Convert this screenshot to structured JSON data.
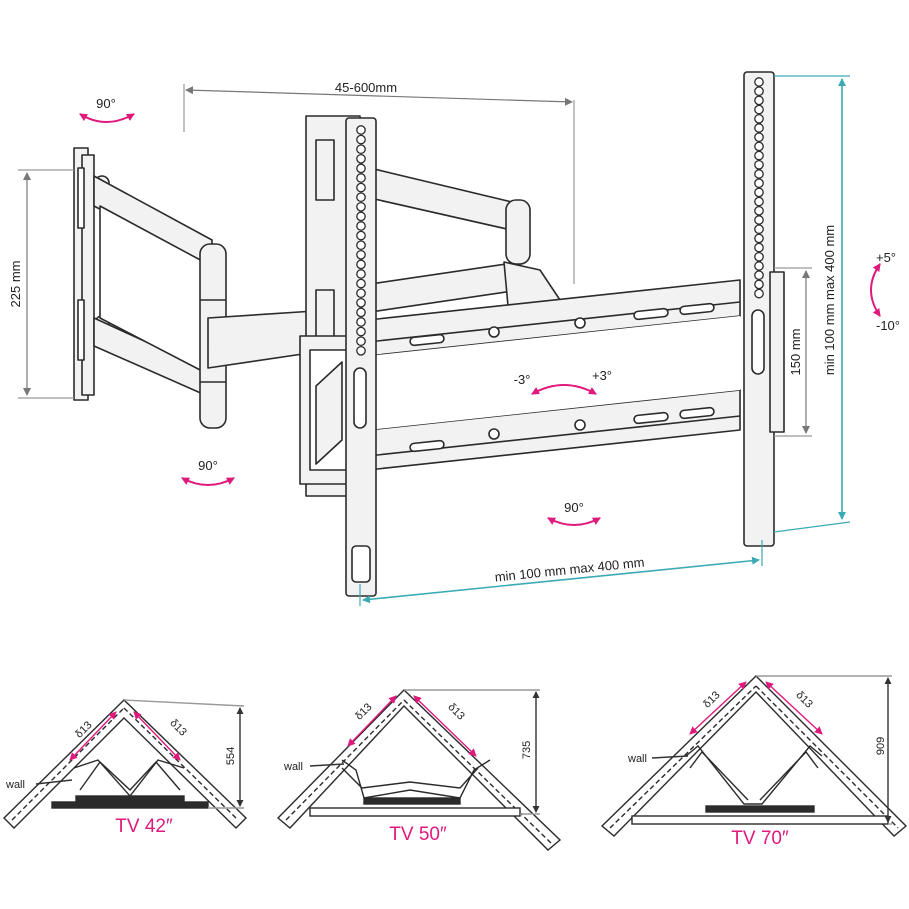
{
  "colors": {
    "line": "#2b2b2b",
    "metal": "#f2f2f2",
    "accent_dimension": "#3aaab3",
    "accent_rotation": "#e0197d"
  },
  "main_drawing": {
    "arm_extension": "45-600mm",
    "wall_plate_height": "225 mm",
    "swivel_top_left": "90°",
    "swivel_elbow": "90°",
    "swivel_center": "90°",
    "vesa_width": "min 100 mm max 400 mm",
    "vesa_height": "min 100 mm max 400 mm",
    "rail_spacing": "150 mm",
    "tilt_up": "+5°",
    "tilt_down": "-10°",
    "level_left": "-3°",
    "level_right": "+3°"
  },
  "corner_views": [
    {
      "tv": "TV 42″",
      "wall": "wall",
      "diam_left": "δ13",
      "diam_right": "δ13",
      "depth": "554"
    },
    {
      "tv": "TV 50″",
      "wall": "wall",
      "diam_left": "δ13",
      "diam_right": "δ13",
      "depth": "735"
    },
    {
      "tv": "TV 70″",
      "wall": "wall",
      "diam_left": "δ13",
      "diam_right": "δ13",
      "depth": "909"
    }
  ]
}
